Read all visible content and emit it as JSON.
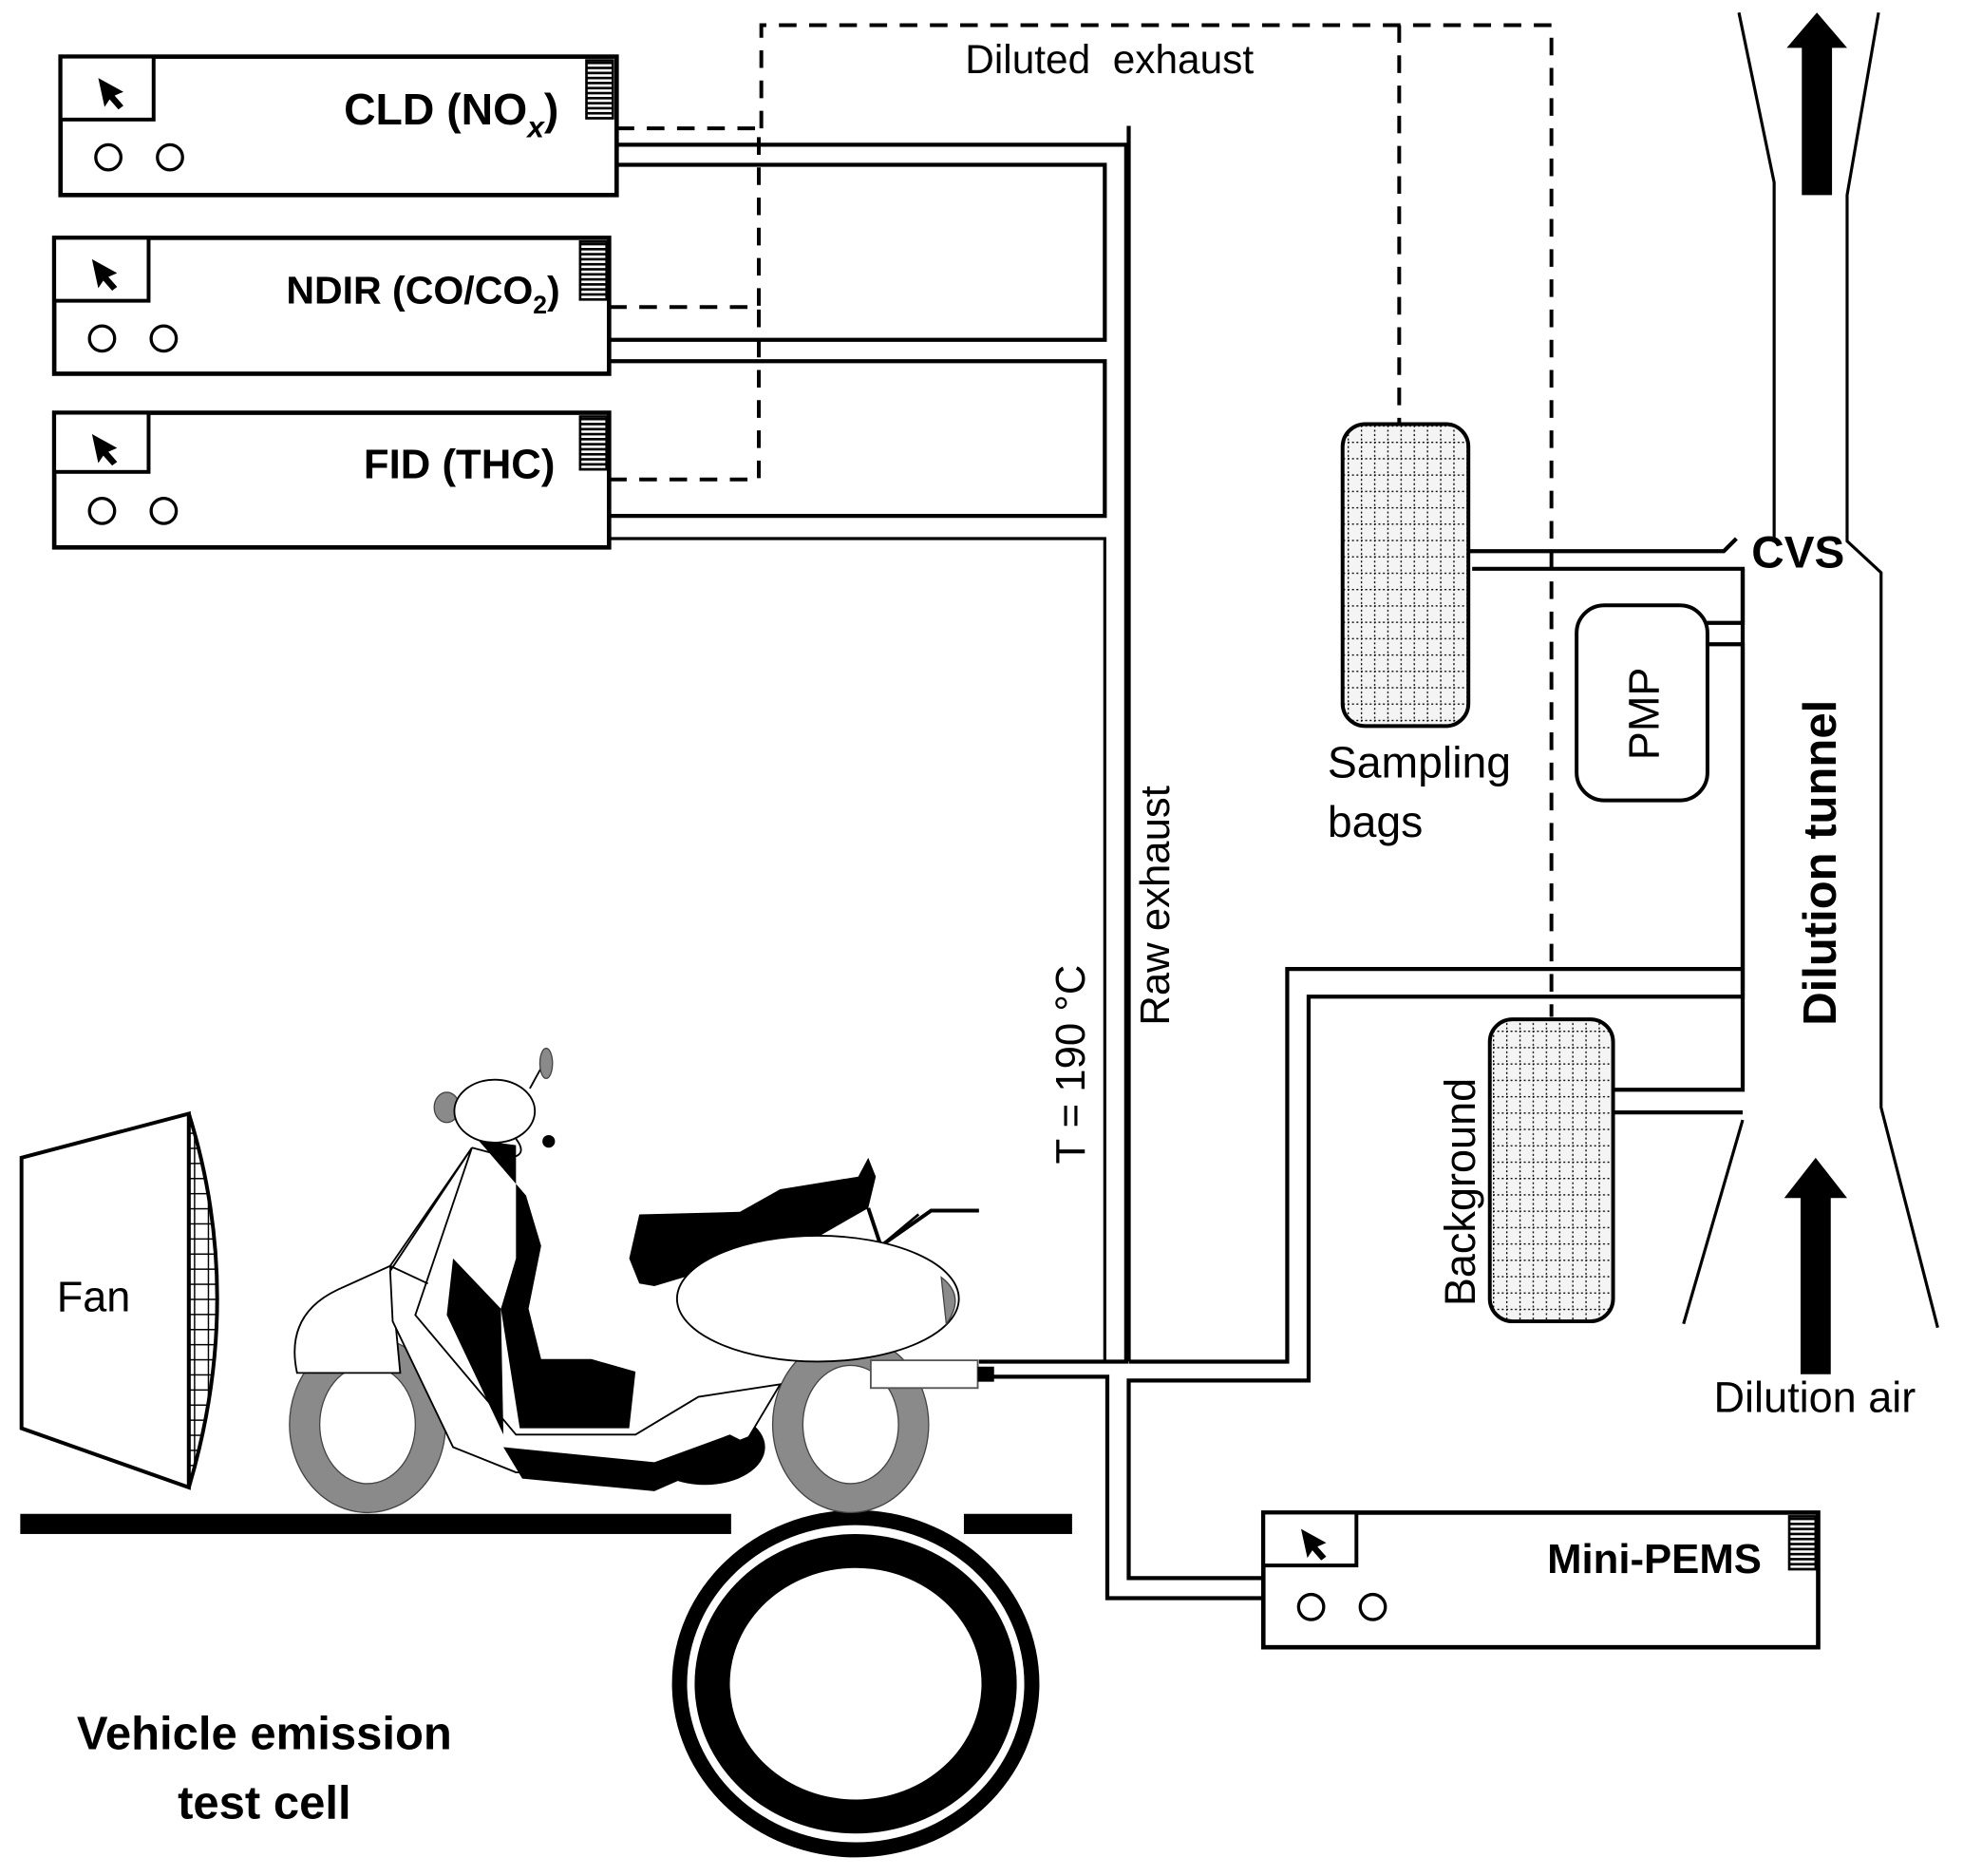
{
  "figure": {
    "title": "Vehicle emission test cell schematic",
    "colors": {
      "line": "#000000",
      "background": "#ffffff",
      "tire": "#8a8a8a",
      "bag_fill": "#f2f2f2"
    }
  },
  "analyzers": [
    {
      "id": "cld",
      "label": "CLD (NO",
      "sub": "x",
      "sub_style": "italic",
      "close": ")",
      "icons": [
        "cursor-icon",
        "knob-icon",
        "knob-icon",
        "vent-grille-icon"
      ]
    },
    {
      "id": "ndir",
      "label": "NDIR (CO/CO",
      "sub": "2",
      "sub_style": "normal",
      "close": ")",
      "icons": [
        "cursor-icon",
        "knob-icon",
        "knob-icon",
        "vent-grille-icon"
      ]
    },
    {
      "id": "fid",
      "label": "FID (THC)",
      "sub": "",
      "sub_style": "normal",
      "close": "",
      "icons": [
        "cursor-icon",
        "knob-icon",
        "knob-icon",
        "vent-grille-icon"
      ]
    }
  ],
  "mini_pems": {
    "label": "Mini-PEMS"
  },
  "labels": {
    "diluted_exhaust": "Diluted  exhaust",
    "raw_exhaust": "Raw exhaust",
    "temperature": "T = 190 °C",
    "sampling_bags_line1": "Sampling",
    "sampling_bags_line2": "bags",
    "pmp": "PMP",
    "cvs": "CVS",
    "dilution_tunnel": "Dilution tunnel",
    "background": "Background",
    "dilution_air": "Dilution air",
    "fan": "Fan",
    "test_cell_line1": "Vehicle emission",
    "test_cell_line2": "test cell"
  },
  "flows": [
    {
      "name": "diluted-exhaust",
      "style": "dashed",
      "from": "dilution tunnel",
      "to": [
        "CLD (NOx)",
        "NDIR (CO/CO2)",
        "FID (THC)"
      ]
    },
    {
      "name": "raw-exhaust",
      "style": "double-line",
      "from": "scooter tailpipe",
      "to": [
        "CLD (NOx)",
        "NDIR (CO/CO2)",
        "FID (THC)",
        "Mini-PEMS",
        "CVS"
      ]
    },
    {
      "name": "tunnel-flow",
      "direction": "up",
      "from": "Dilution air",
      "to": "CVS"
    }
  ]
}
